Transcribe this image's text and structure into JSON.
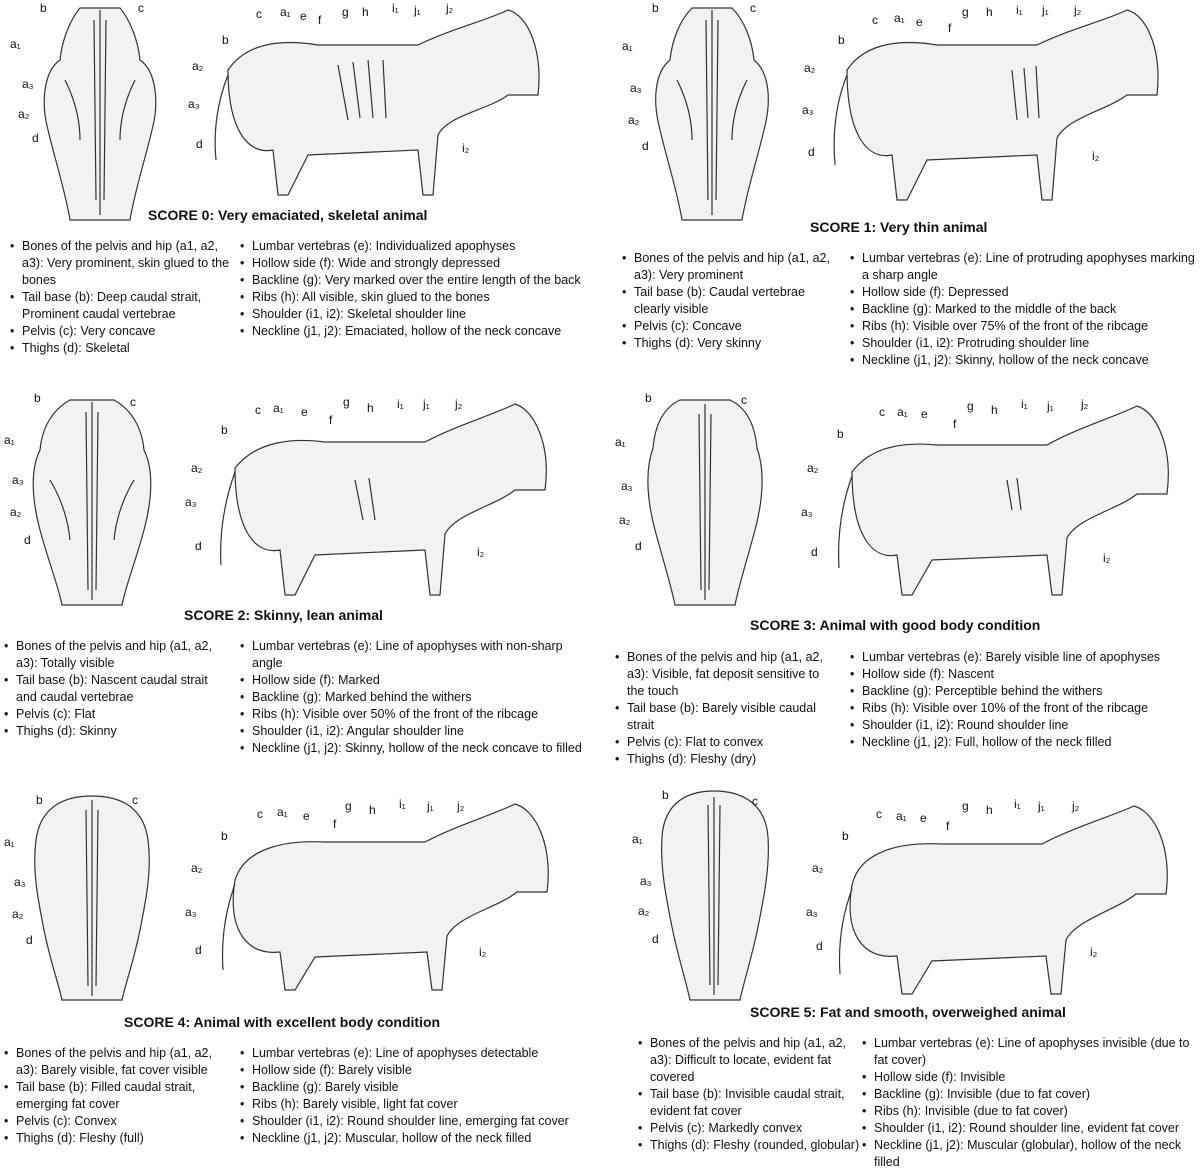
{
  "labels": [
    "a1",
    "a2",
    "a3",
    "b",
    "c",
    "d",
    "e",
    "f",
    "g",
    "h",
    "i1",
    "i2",
    "j1",
    "j2"
  ],
  "scores": [
    {
      "title": "SCORE 0: Very emaciated, skeletal animal",
      "left": [
        "Bones of the pelvis and hip (a1, a2, a3): Very prominent, skin glued to the bones",
        "Tail base (b): Deep caudal strait, Prominent caudal vertebrae",
        "Pelvis (c): Very concave",
        "Thighs (d): Skeletal"
      ],
      "right": [
        "Lumbar vertebras (e): Individualized apophyses",
        "Hollow side (f): Wide and strongly depressed",
        "Backline (g): Very marked over the entire length of the back",
        "Ribs (h): All visible, skin glued to the bones",
        "Shoulder (i1, i2): Skeletal shoulder line",
        "Neckline (j1, j2): Emaciated, hollow of the neck concave"
      ]
    },
    {
      "title": "SCORE 1: Very thin animal",
      "left": [
        "Bones of the pelvis and hip (a1, a2, a3): Very prominent",
        "Tail base (b): Caudal vertebrae clearly visible",
        "Pelvis (c): Concave",
        "Thighs (d): Very skinny"
      ],
      "right": [
        "Lumbar vertebras (e): Line of protruding apophyses marking a sharp angle",
        "Hollow side (f): Depressed",
        "Backline (g): Marked to the middle of the back",
        "Ribs (h): Visible over 75% of the front of the ribcage",
        "Shoulder (i1, i2): Protruding shoulder line",
        "Neckline (j1, j2): Skinny, hollow of the neck concave"
      ]
    },
    {
      "title": "SCORE 2: Skinny, lean animal",
      "left": [
        "Bones of the pelvis and hip (a1, a2, a3): Totally visible",
        "Tail base (b): Nascent caudal strait and caudal vertebrae",
        "Pelvis (c): Flat",
        "Thighs (d): Skinny"
      ],
      "right": [
        "Lumbar vertebras (e): Line of apophyses with non-sharp angle",
        "Hollow side (f): Marked",
        "Backline (g): Marked behind the withers",
        "Ribs (h): Visible over 50% of the front of the ribcage",
        "Shoulder (i1, i2): Angular shoulder line",
        "Neckline (j1, j2): Skinny, hollow of the neck concave to filled"
      ]
    },
    {
      "title": "SCORE 3: Animal with good body condition",
      "left": [
        "Bones of the pelvis and hip (a1, a2, a3): Visible, fat deposit sensitive to the touch",
        "Tail base (b): Barely visible caudal strait",
        "Pelvis (c): Flat to convex",
        "Thighs (d): Fleshy (dry)"
      ],
      "right": [
        "Lumbar vertebras (e): Barely visible line of apophyses",
        "Hollow side (f): Nascent",
        "Backline (g): Perceptible behind the withers",
        "Ribs (h): Visible over 10% of the front of the ribcage",
        "Shoulder (i1, i2): Round shoulder line",
        "Neckline (j1, j2): Full, hollow of the neck filled"
      ]
    },
    {
      "title": "SCORE 4: Animal with excellent body condition",
      "left": [
        "Bones of the pelvis and hip (a1, a2, a3): Barely visible, fat cover visible",
        "Tail base (b): Filled caudal strait, emerging fat cover",
        "Pelvis (c): Convex",
        "Thighs (d): Fleshy (full)"
      ],
      "right": [
        "Lumbar vertebras (e): Line of apophyses detectable",
        "Hollow side (f): Barely visible",
        "Backline (g): Barely visible",
        "Ribs (h): Barely visible, light fat cover",
        "Shoulder (i1, i2): Round shoulder line, emerging fat cover",
        "Neckline (j1, j2): Muscular, hollow of the neck filled"
      ]
    },
    {
      "title": "SCORE 5: Fat and smooth, overweighed animal",
      "left": [
        "Bones of the pelvis and hip (a1, a2, a3): Difficult to locate, evident fat covered",
        "Tail base (b): Invisible caudal strait, evident fat cover",
        "Pelvis (c): Markedly convex",
        "Thighs (d): Fleshy (rounded, globular)"
      ],
      "right": [
        "Lumbar vertebras (e): Line of apophyses invisible (due to fat cover)",
        "Hollow side (f): Invisible",
        "Backline (g): Invisible (due to fat cover)",
        "Ribs (h): Invisible (due to fat cover)",
        "Shoulder (i1, i2): Round shoulder line, evident fat cover",
        "Neckline (j1, j2): Muscular (globular), hollow of the neck filled"
      ]
    }
  ]
}
